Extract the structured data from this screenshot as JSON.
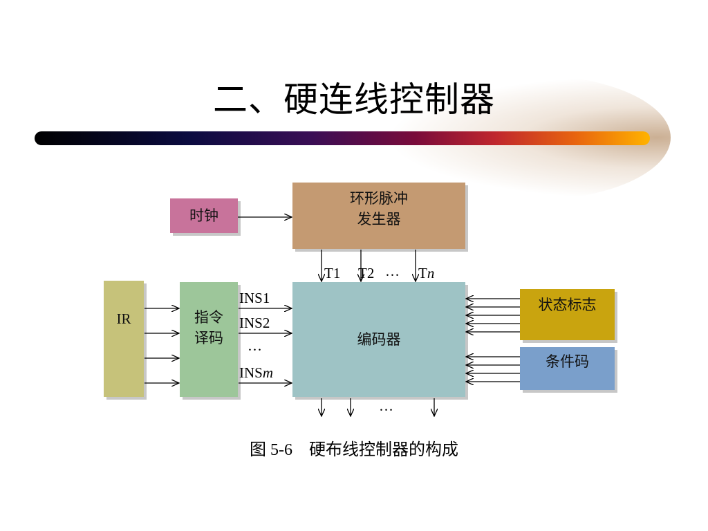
{
  "slide": {
    "title": "二、硬连线控制器",
    "caption": "图 5-6　硬布线控制器的构成"
  },
  "diagram": {
    "clock": "时钟",
    "pulse_generator": "环形脉冲\n发生器",
    "ir": "IR",
    "decoder": "指令\n译码",
    "encoder": "编码器",
    "status_flags": "状态标志",
    "condition_code": "条件码",
    "timing_labels": {
      "t1": "T1",
      "t2": "T2",
      "dots": "…",
      "tn_prefix": "T",
      "tn_suffix": "n"
    },
    "ins_labels": {
      "ins1": "INS1",
      "ins2": "INS2",
      "dots": "…",
      "insm_prefix": "INS",
      "insm_suffix": "m"
    },
    "output_dots": "…",
    "colors": {
      "clock": "#c8739b",
      "pulse_generator": "#c49a72",
      "ir": "#c6c27a",
      "decoder": "#9dc69a",
      "encoder": "#9ec3c5",
      "status_flags": "#c9a40f",
      "condition_code": "#7a9fcb"
    }
  }
}
